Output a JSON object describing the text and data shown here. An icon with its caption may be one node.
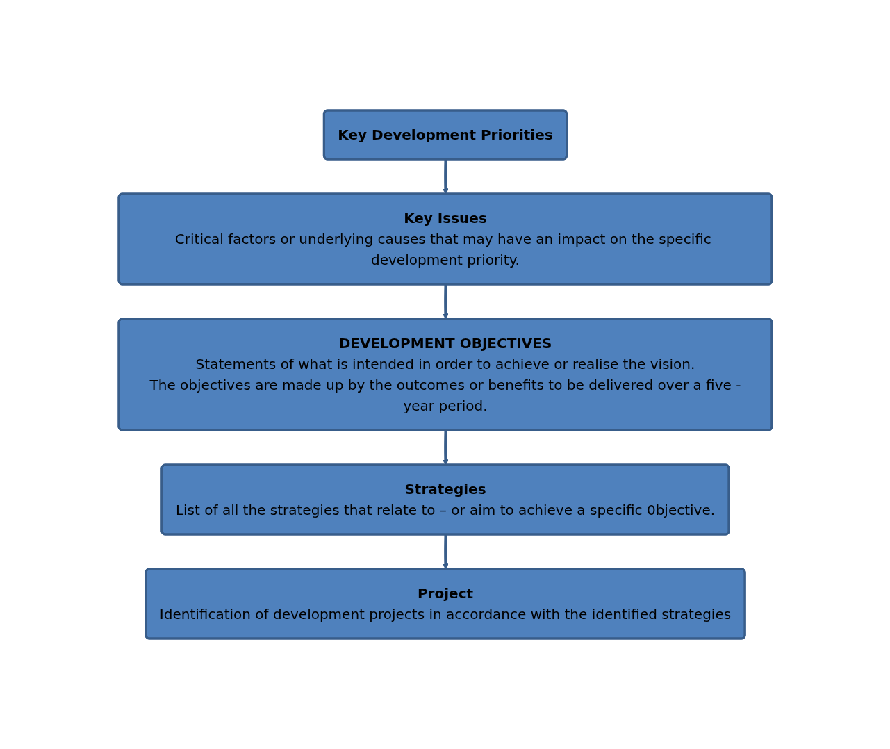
{
  "diagram": {
    "nodes": [
      {
        "text": [
          "Key Development Priorities"
        ]
      },
      {
        "text": [
          "Key Issues",
          "Critical factors or underlying causes that may have an impact on the specific development priority."
        ]
      },
      {
        "text": [
          "DEVELOPMENT OBJECTIVES",
          "Statements of what is intended in order to achieve or realise the vision.",
          "The objectives are made up by the outcomes or benefits to be delivered over a five -year period."
        ]
      },
      {
        "text": [
          "Strategies",
          "List of all the strategies that relate to – or aim to achieve a specific 0bjective."
        ]
      },
      {
        "text": [
          "Project",
          "Identification of development projects in accordance with the identified strategies"
        ]
      }
    ],
    "edges": [
      {
        "from": 0,
        "to": 1,
        "arrow": "to"
      },
      {
        "from": 1,
        "to": 2,
        "arrow": "to"
      },
      {
        "from": 2,
        "to": 3,
        "arrow": "to"
      },
      {
        "from": 3,
        "to": 4,
        "arrow": "to"
      }
    ]
  }
}
